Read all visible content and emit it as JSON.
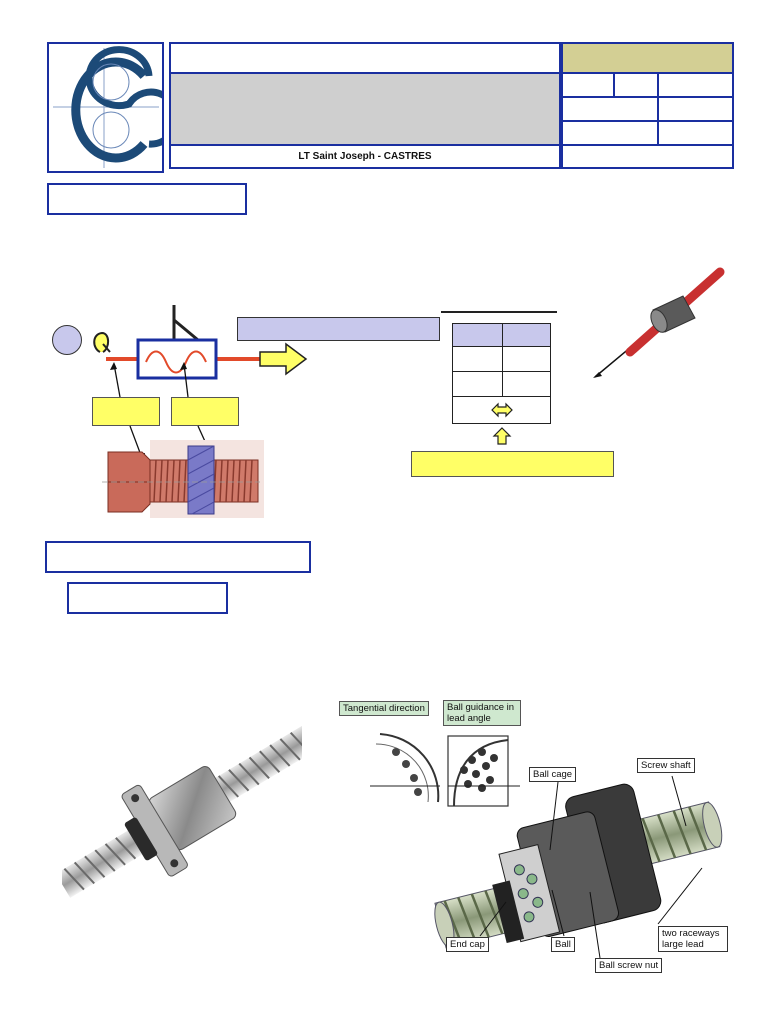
{
  "header": {
    "school": "LT Saint Joseph - CASTRES"
  },
  "colors": {
    "border_blue": "#1a2fa0",
    "header_grey": "#cfcfcf",
    "header_khaki": "#d3cf94",
    "highlight_yellow": "#ffff66",
    "lavender": "#c8c8ec",
    "bolt_red": "#c96a5a",
    "nut_blue": "#7a7ac8",
    "rod_red": "#e24a2a"
  },
  "icons": {
    "logo": "cc-logo",
    "arrow_right": "yellow-right-arrow",
    "arrow_up": "yellow-up-arrow",
    "double_arrow": "left-right-arrow"
  },
  "ballscrew_callouts": {
    "tangential": "Tangential direction",
    "guidance": "Ball guidance in lead angle",
    "ball_cage": "Ball cage",
    "screw_shaft": "Screw shaft",
    "end_cap": "End cap",
    "ball": "Ball",
    "two_raceways": "two raceways large lead",
    "ball_screw_nut": "Ball screw nut"
  }
}
